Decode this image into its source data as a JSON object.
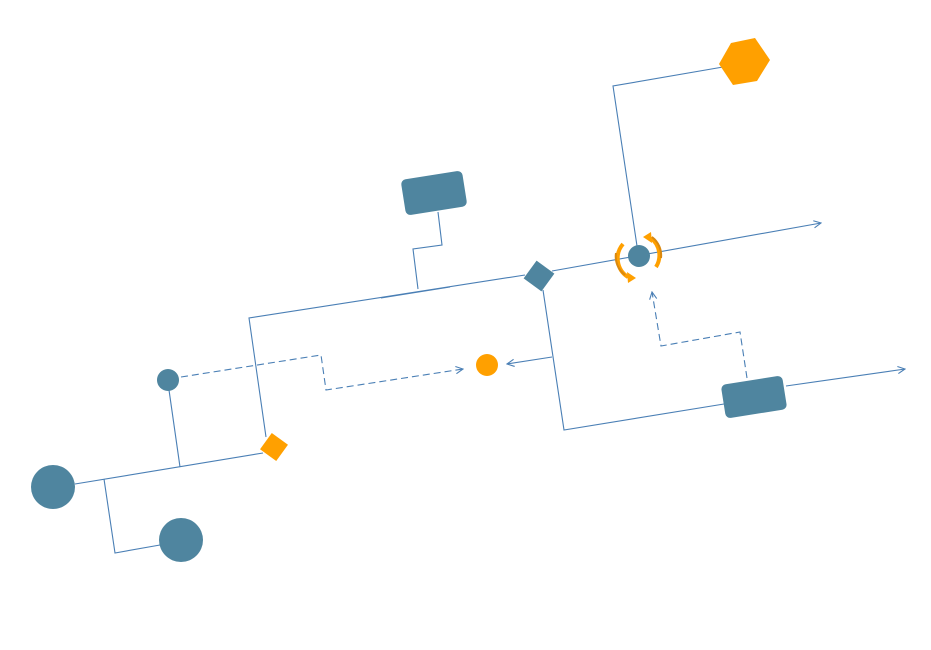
{
  "colors": {
    "primary": "#4f859f",
    "accent": "#ffa000",
    "accent_dark": "#d9880f",
    "edge": "#4a7fb5",
    "background": "#ffffff"
  },
  "diagram": {
    "type": "process-flow",
    "node_count": 12,
    "edge_count": 14,
    "labels": []
  }
}
